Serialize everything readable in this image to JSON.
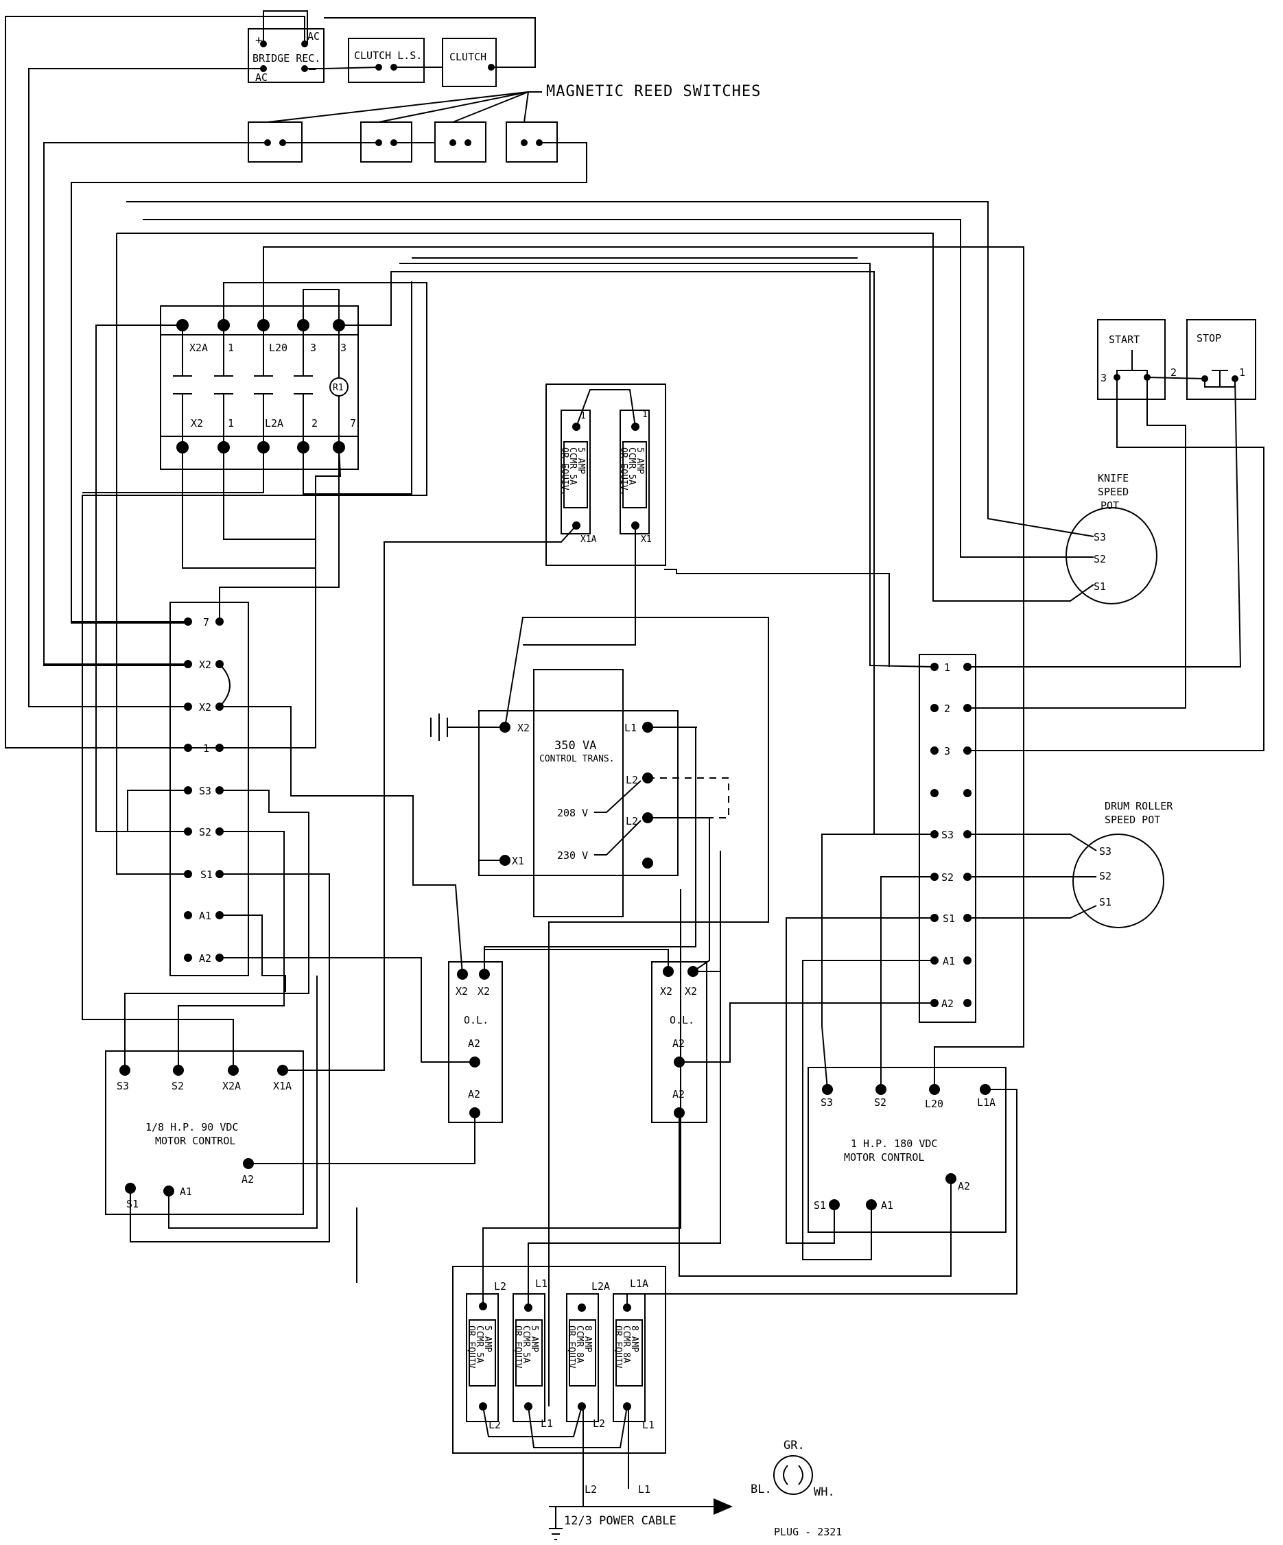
{
  "labels": {
    "bridge_plus": "+",
    "bridge_ac_top": "AC",
    "bridge_name": "BRIDGE REC.",
    "bridge_ac_bottom": "AC",
    "bridge_minus": "–",
    "clutch_ls": "CLUTCH L.S.",
    "clutch": "CLUTCH",
    "magnetic_reed": "MAGNETIC REED SWITCHES",
    "relay_top": [
      "X2A",
      "1",
      "L20",
      "3",
      "3"
    ],
    "relay_bottom": [
      "X2",
      "1",
      "L2A",
      "2",
      "7"
    ],
    "relay_coil": "R1",
    "fuse_top_left_term": "1",
    "fuse_top_right_term": "1",
    "fuse_top_left_bottom": "X1A",
    "fuse_top_right_bottom": "X1",
    "fuse_text_5": [
      "5 AMP",
      "CCMR 5A",
      "OR EQUIV."
    ],
    "fuse_text_8": [
      "8 AMP",
      "CCMR 8A",
      "OR EQUIV."
    ],
    "start": "START",
    "stop": "STOP",
    "start_term_3": "3",
    "start_stop_term_2": "2",
    "stop_term_1": "1",
    "knife_pot": [
      "KNIFE",
      "SPEED",
      "POT"
    ],
    "pot_terms": [
      "S3",
      "S2",
      "S1"
    ],
    "left_strip": [
      "7",
      "X2",
      "X2",
      "1",
      "S3",
      "S2",
      "S1",
      "A1",
      "A2"
    ],
    "right_strip": [
      "1",
      "2",
      "3",
      "",
      "S3",
      "S2",
      "S1",
      "A1",
      "A2"
    ],
    "trans_title": "350 VA",
    "trans_sub": "CONTROL TRANS.",
    "trans_x2": "X2",
    "trans_x1": "X1",
    "trans_l1": "L1",
    "trans_l2a": "L2",
    "trans_l2b": "L2",
    "v208": "208 V",
    "v230": "230 V",
    "drum_pot": [
      "DRUM ROLLER",
      "SPEED POT"
    ],
    "ol_x2": "X2",
    "ol_name": "O.L.",
    "ol_a2": "A2",
    "mc_left_terms": [
      "S3",
      "S2",
      "X2A",
      "X1A"
    ],
    "mc_left_title": [
      "1/8 H.P. 90 VDC",
      "MOTOR CONTROL"
    ],
    "mc_left_a2": "A2",
    "mc_left_s1": "S1",
    "mc_left_a1": "A1",
    "mc_right_terms": [
      "S3",
      "S2",
      "L20",
      "L1A"
    ],
    "mc_right_title": [
      "1 H.P. 180 VDC",
      "MOTOR CONTROL"
    ],
    "mc_right_a2": "A2",
    "mc_right_s1": "S1",
    "mc_right_a1": "A1",
    "fuse_bottom_top": [
      "L2",
      "L1",
      "L2A",
      "L1A"
    ],
    "fuse_bottom_bottom": [
      "L2",
      "L1",
      "L2",
      "L1"
    ],
    "cable_l2": "L2",
    "cable_l1": "L1",
    "power_cable": "12/3  POWER CABLE",
    "plug_gr": "GR.",
    "plug_bl": "BL.",
    "plug_wh": "WH.",
    "plug_name": "PLUG - 2321"
  }
}
